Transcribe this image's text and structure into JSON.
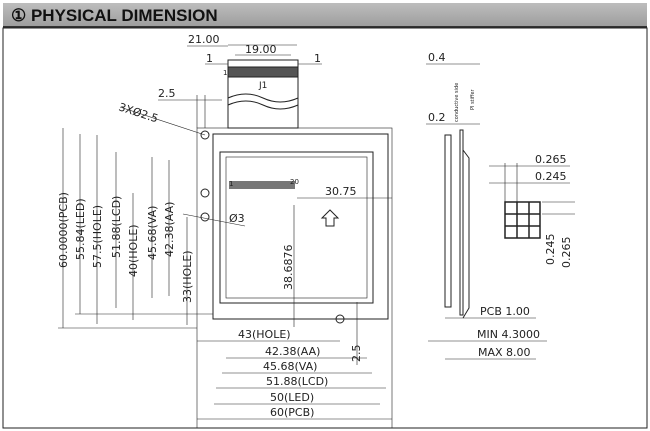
{
  "header": {
    "title": "① PHYSICAL DIMENSION"
  },
  "connector": {
    "width_total": "21.00",
    "pitch_span": "19.00",
    "margin_left": "1",
    "margin_right": "1",
    "pin1": "1",
    "name": "J1"
  },
  "holes": {
    "offset": "2.5",
    "spec": "3XØ2.5",
    "dia": "Ø3",
    "bottom_offset": "2.5"
  },
  "panel": {
    "pin_first": "1",
    "pin_last": "20",
    "pin_x": "30.75",
    "pin_y": "38.6876"
  },
  "vertical_dims": [
    "60.0000(PCB)",
    "55.84(LED)",
    "57.5(HOLE)",
    "51.88(LCD)",
    "40(HOLE)",
    "45.68(VA)",
    "42.38(AA)",
    "33(HOLE)"
  ],
  "horizontal_dims": [
    "43(HOLE)",
    "42.38(AA)",
    "45.68(VA)",
    "51.88(LCD)",
    "50(LED)",
    "60(PCB)"
  ],
  "side": {
    "top": "0.4",
    "mid": "0.2",
    "label_conductive": "conductive side",
    "label_pi": "PI stiffer",
    "pcb": "PCB  1.00",
    "min": "MIN  4.3000",
    "max": "MAX  8.00"
  },
  "pixel": {
    "w1": "0.265",
    "w2": "0.245",
    "h1": "0.245",
    "h2": "0.265"
  }
}
